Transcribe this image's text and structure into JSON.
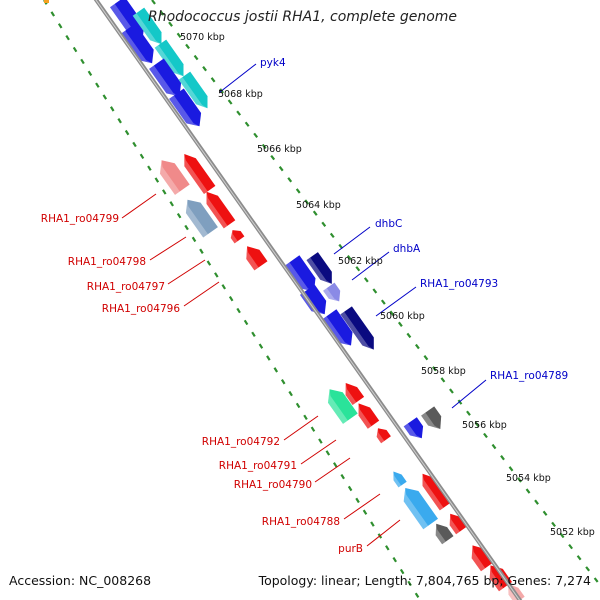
{
  "title": "Rhodococcus jostii RHA1, complete genome",
  "accession_line": "Accession: NC_008268",
  "topology_line": "Topology: linear; Length: 7,804,765 bp; Genes: 7,274",
  "colors": {
    "backbone": "#8c8c8c",
    "ruler_dots": "#2f8f2f",
    "forward_label": "#0000c8",
    "reverse_label": "#d00000",
    "red_gene": "#ee1111",
    "blue_gene": "#1a1ae0",
    "cyan_gene": "#14c8c8",
    "navy_gene": "#0a0a80",
    "green_gene": "#2ae39a",
    "gray_gene": "#5a5a5a",
    "sky_gene": "#3aaaee"
  },
  "kbp_ticks": [
    "5070 kbp",
    "5068 kbp",
    "5066 kbp",
    "5064 kbp",
    "5062 kbp",
    "5060 kbp",
    "5058 kbp",
    "5056 kbp",
    "5054 kbp",
    "5052 kbp"
  ],
  "forward_genes": [
    "pyk4",
    "dhbC",
    "dhbA",
    "RHA1_ro04793",
    "RHA1_ro04789"
  ],
  "reverse_genes": [
    "RHA1_ro04799",
    "RHA1_ro04798",
    "RHA1_ro04797",
    "RHA1_ro04796",
    "RHA1_ro04792",
    "RHA1_ro04791",
    "RHA1_ro04790",
    "RHA1_ro04788",
    "purB"
  ]
}
